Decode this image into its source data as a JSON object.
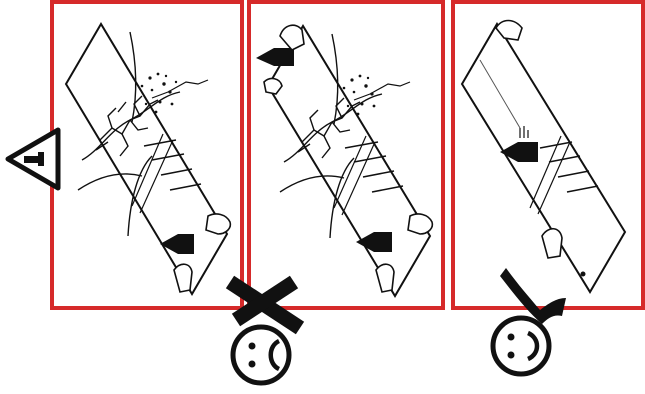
{
  "figure": {
    "kind": "instruction-illustration",
    "panel_count": 3,
    "panels": [
      {
        "id": "wrong-a",
        "shows": "hands-not-supporting-crack",
        "verdict": "wrong"
      },
      {
        "id": "wrong-b",
        "shows": "hands-at-both-ends-pushing",
        "verdict": "wrong"
      },
      {
        "id": "correct",
        "shows": "hands-supporting-panel-correctly",
        "verdict": "correct"
      }
    ],
    "verdicts": {
      "wrong_mark": "cross-mark",
      "right_mark": "check-mark"
    },
    "faces": {
      "wrong": "sad-face-icon",
      "right": "happy-face-icon"
    },
    "warning": "warning-triangle-icon"
  },
  "colors": {
    "frame": "#d62a2a",
    "ink": "#111111",
    "background": "#ffffff"
  }
}
